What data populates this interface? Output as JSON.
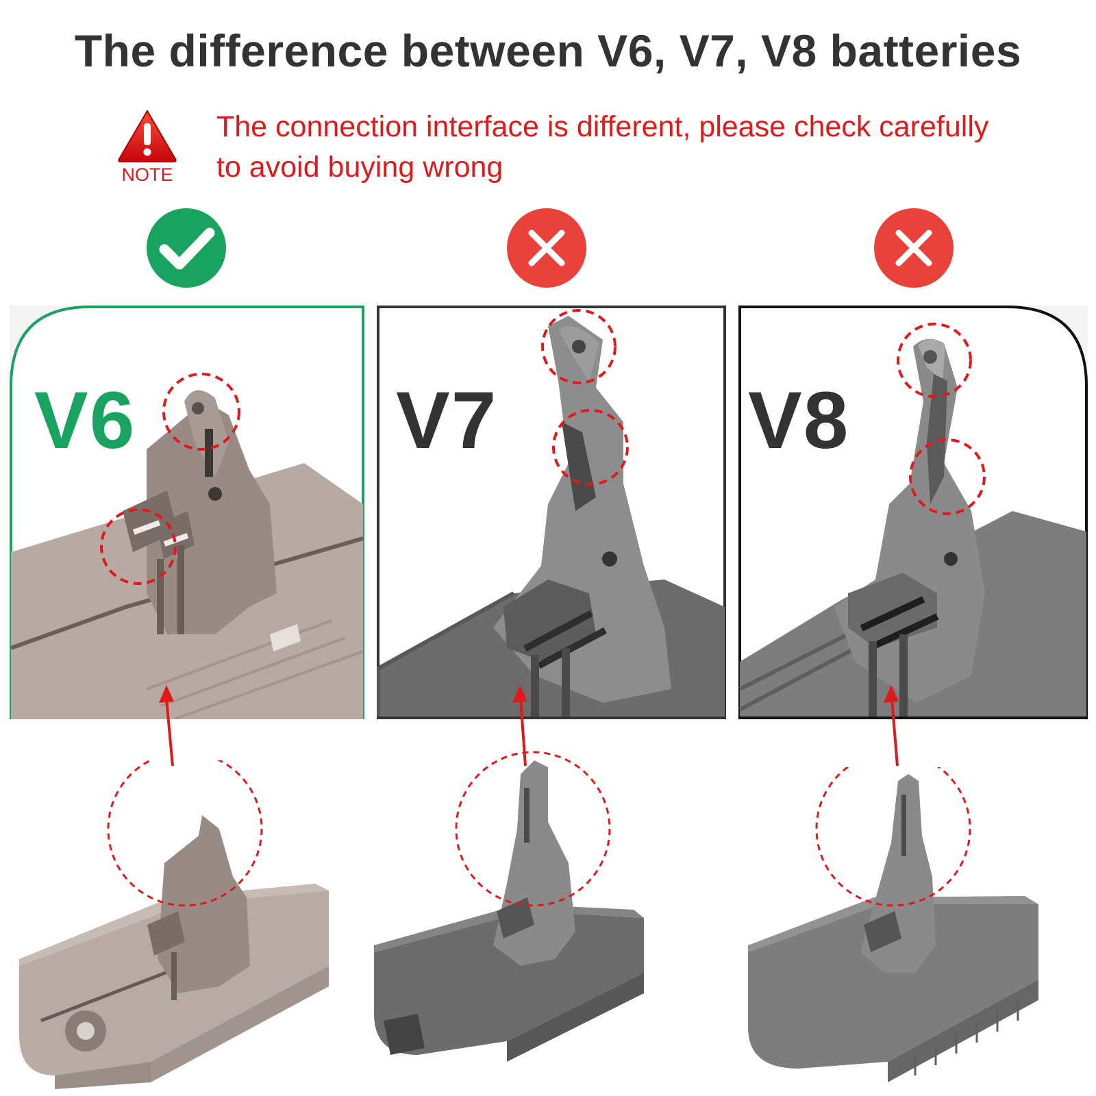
{
  "header": {
    "title": "The difference between V6, V7, V8 batteries"
  },
  "note": {
    "label": "NOTE",
    "icon": "warning-triangle-icon",
    "message": "The connection interface is different, please check carefully to avoid buying wrong"
  },
  "colors": {
    "correct": "#1aa260",
    "wrong": "#e8423a",
    "note_red": "#e01a1a",
    "title": "#333333",
    "v6_label": "#1aa260",
    "dark_label": "#333333"
  },
  "panels": [
    {
      "label": "V6",
      "status": "correct",
      "status_icon": "check-circle-icon"
    },
    {
      "label": "V7",
      "status": "wrong",
      "status_icon": "cross-circle-icon"
    },
    {
      "label": "V8",
      "status": "wrong",
      "status_icon": "cross-circle-icon"
    }
  ]
}
